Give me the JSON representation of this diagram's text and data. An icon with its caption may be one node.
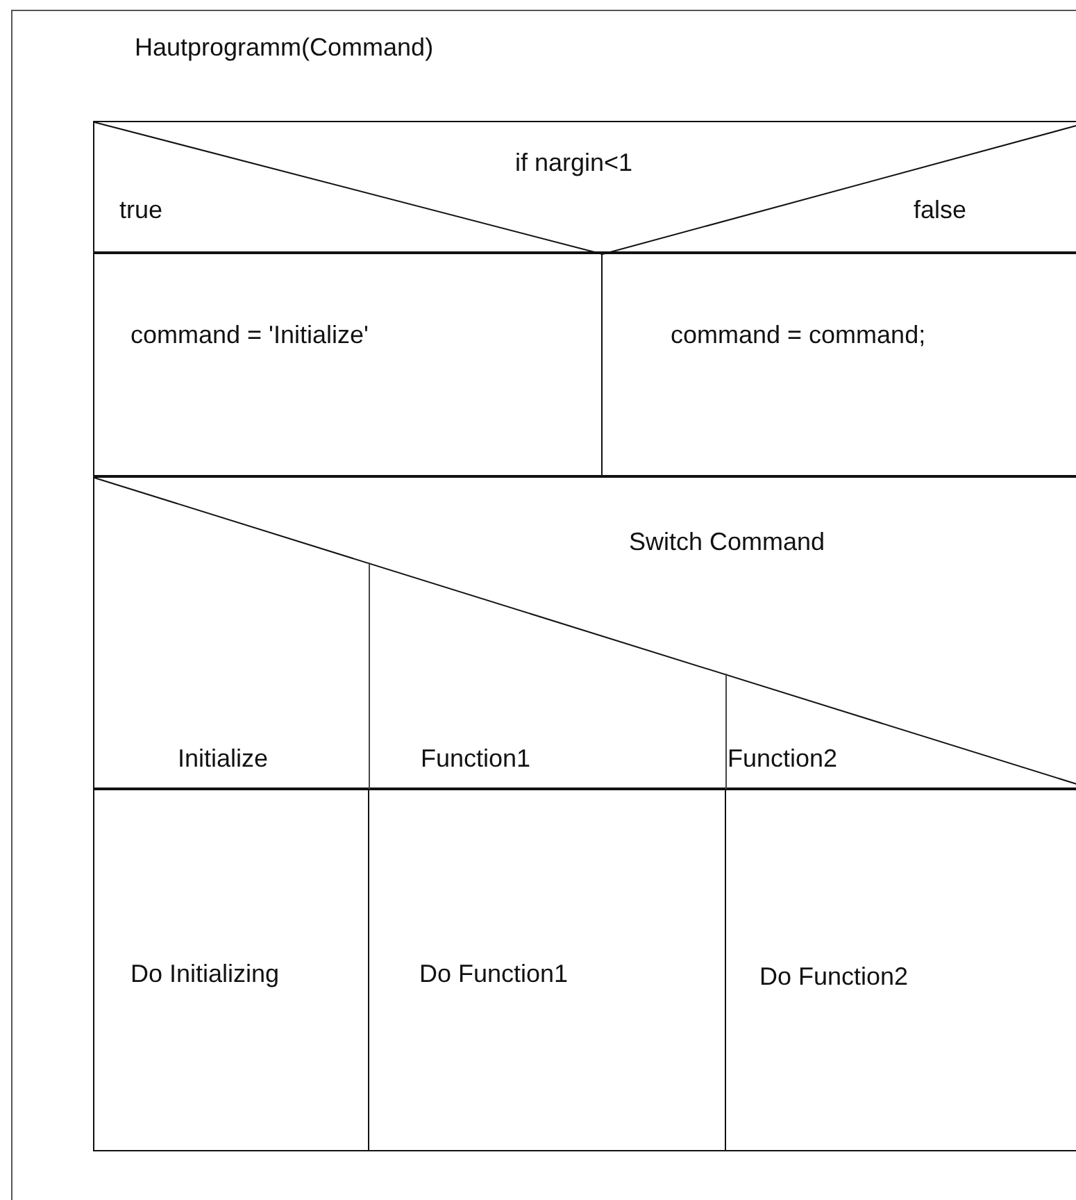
{
  "diagram": {
    "nodes": [
      {
        "text": [
          "Hautprogramm(Command)"
        ]
      },
      {
        "text": [
          "if nargin<1",
          "true",
          "false"
        ],
        "in": 0
      },
      {
        "text": [
          "command = 'Initialize'"
        ],
        "in": 0
      },
      {
        "text": [
          "command = command;"
        ],
        "in": 0
      },
      {
        "text": [
          "Switch Command",
          "Initialize",
          "Function1",
          "Function2"
        ],
        "in": 0
      },
      {
        "text": [
          "Do Initializing"
        ],
        "in": 0
      },
      {
        "text": [
          "Do Function1"
        ],
        "in": 0
      },
      {
        "text": [
          "Do Function2"
        ],
        "in": 0
      }
    ]
  }
}
